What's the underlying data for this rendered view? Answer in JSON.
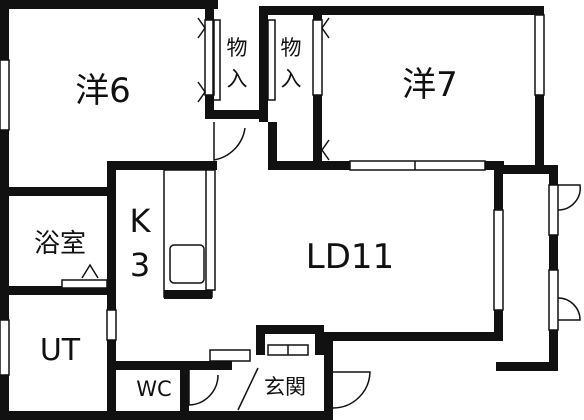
{
  "floorplan": {
    "colors": {
      "wall": "#111111",
      "fixture": "#111111",
      "background": "#ffffff"
    },
    "rooms": {
      "western6": "洋6",
      "western7": "洋7",
      "closet_left_1": "物",
      "closet_left_2": "入",
      "closet_right_1": "物",
      "closet_right_2": "入",
      "kitchen_1": "K",
      "kitchen_2": "3",
      "bath": "浴室",
      "ldk": "LD11",
      "utility": "UT",
      "toilet": "WC",
      "entrance": "玄関"
    }
  }
}
